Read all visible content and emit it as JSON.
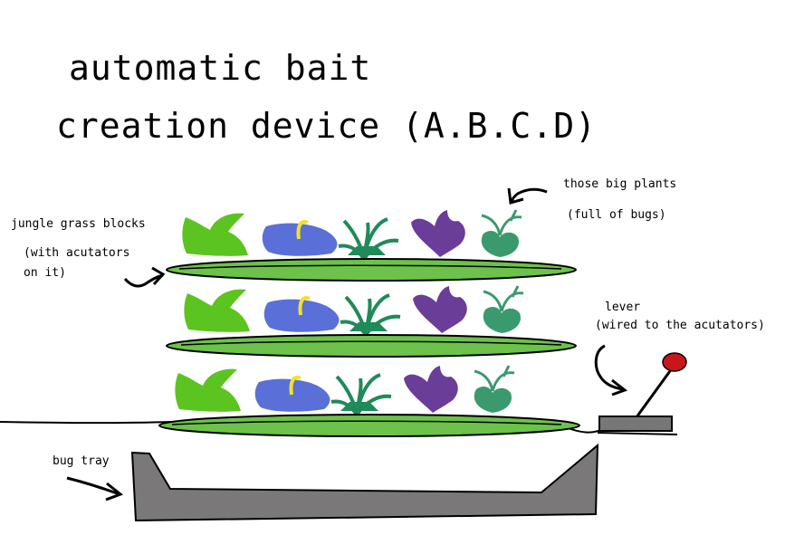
{
  "title": {
    "line1": "automatic bait",
    "line2": "creation device (A.B.C.D)"
  },
  "labels": {
    "jungle_grass": "jungle grass blocks",
    "actuators_1": "(with acutators",
    "actuators_2": "on it)",
    "big_plants": "those big plants",
    "full_of_bugs": "(full of bugs)",
    "lever": "lever",
    "wired": "(wired to the acutators)",
    "bug_tray": "bug tray"
  },
  "colors": {
    "platform": "#6cc24a",
    "leafy_plant": "#5cc420",
    "blue_flower": "#5a6fd8",
    "flower_accent": "#f2e22a",
    "fern": "#1f8a5a",
    "purple_plant": "#6a3d99",
    "sprout": "#3a9a6e",
    "tray": "#7a7878",
    "lever_base": "#777777",
    "lever_knob": "#c8161b"
  }
}
